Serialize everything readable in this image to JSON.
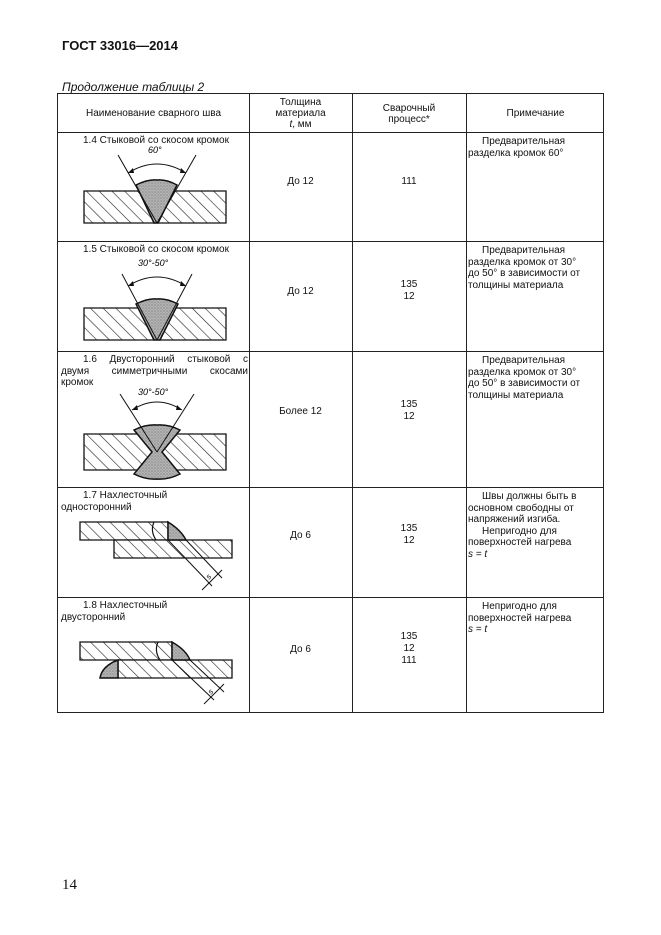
{
  "standard": "ГОСТ 33016—2014",
  "continuation": "Продолжение таблицы 2",
  "header": {
    "name": "Наименование сварного шва",
    "thickness_l1": "Толщина",
    "thickness_l2": "материала",
    "thickness_l3_var": "t",
    "thickness_l3_unit": ", мм",
    "process_l1": "Сварочный",
    "process_l2": "процесс*",
    "note": "Примечание"
  },
  "rows": [
    {
      "name": "1.4 Стыковой со скосом кромок",
      "angle": "60°",
      "thickness": "До 12",
      "process": [
        "111"
      ],
      "note_l1": "Предварительная",
      "note_l2": "разделка кромок 60°"
    },
    {
      "name": "1.5 Стыковой со скосом кромок",
      "angle": "30°-50°",
      "thickness": "До 12",
      "process": [
        "135",
        "12"
      ],
      "note_l1": "Предварительная",
      "note_l2": "разделка кромок от 30°",
      "note_l3": "до 50° в зависимости от",
      "note_l4": "толщины материала"
    },
    {
      "name_l1": "1.6 Двусторонний стыковой с",
      "name_l2": "двумя симметричными скосами",
      "name_l3": "кромок",
      "angle": "30°-50°",
      "thickness": "Более 12",
      "process": [
        "135",
        "12"
      ],
      "note_l1": "Предварительная",
      "note_l2": "разделка кромок от 30°",
      "note_l3": "до 50° в зависимости от",
      "note_l4": "толщины материала"
    },
    {
      "name_l1": "1.7 Нахлесточный",
      "name_l2": "односторонний",
      "dim": "s",
      "thickness": "До 6",
      "process": [
        "135",
        "12"
      ],
      "note_l1": "Швы должны быть в",
      "note_l2": "основном свободны от",
      "note_l3": "напряжений изгиба.",
      "note_l4": "Непригодно для",
      "note_l5": "поверхностей нагрева",
      "note_l6": "s = t"
    },
    {
      "name_l1": "1.8 Нахлесточный",
      "name_l2": "двусторонний",
      "dim": "s",
      "thickness": "До 6",
      "process": [
        "135",
        "12",
        "111"
      ],
      "note_l1": "Непригодно для",
      "note_l2": "поверхностей нагрева",
      "note_l3": "s = t"
    }
  ],
  "page_number": "14"
}
